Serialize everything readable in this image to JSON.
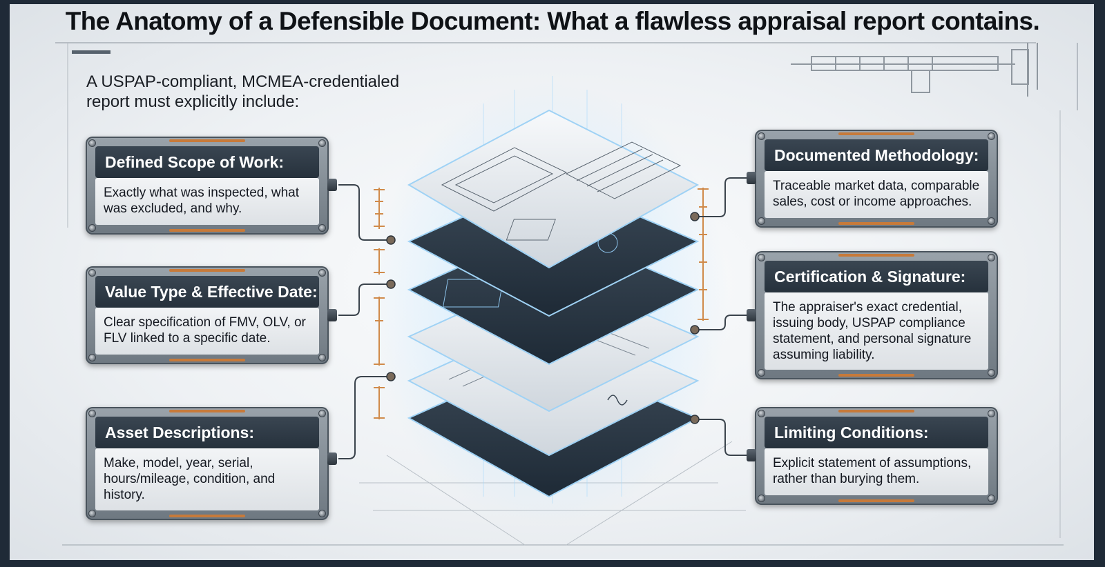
{
  "title": "The Anatomy of a Defensible Document: What a flawless appraisal report contains.",
  "intro": "A USPAP-compliant, MCMEA-credentialed report must explicitly include:",
  "colors": {
    "accent": "#c77a3a",
    "card_header": "#2f3a45",
    "frame": "#1f2a37",
    "glow": "#7fc4f0"
  },
  "cards_left": [
    {
      "heading": "Defined Scope of Work:",
      "text": "Exactly what was inspected, what was excluded, and why."
    },
    {
      "heading": "Value Type & Effective Date:",
      "text": "Clear specification of FMV, OLV, or FLV linked to a specific date."
    },
    {
      "heading": "Asset Descriptions:",
      "text": "Make, model, year, serial, hours/mileage, condition, and history."
    }
  ],
  "cards_right": [
    {
      "heading": "Documented Methodology:",
      "text": "Traceable market data, comparable sales, cost or income approaches."
    },
    {
      "heading": "Certification & Signature:",
      "text": "The appraiser's exact credential, issuing body, USPAP compliance statement, and personal signature assuming liability."
    },
    {
      "heading": "Limiting Conditions:",
      "text": "Explicit statement of assumptions, rather than burying them."
    }
  ],
  "icons": [
    "document-stack-illustration",
    "caliper-icon",
    "ruler-tick-icon"
  ]
}
